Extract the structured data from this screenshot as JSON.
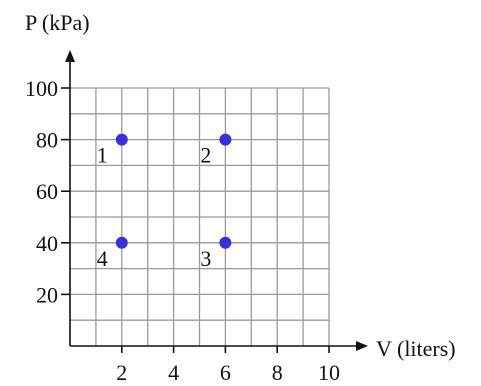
{
  "chart_data": {
    "type": "scatter",
    "title": "",
    "xlabel": "V (liters)",
    "ylabel": "P (kPa)",
    "xlim": [
      0,
      10
    ],
    "ylim": [
      0,
      100
    ],
    "grid": true,
    "x_ticks": [
      2,
      4,
      6,
      8,
      10
    ],
    "y_ticks": [
      20,
      40,
      60,
      80,
      100
    ],
    "x_tick_labels": [
      "2",
      "4",
      "6",
      "8",
      "10"
    ],
    "y_tick_labels": [
      "20",
      "40",
      "60",
      "80",
      "100"
    ],
    "points": [
      {
        "label": "1",
        "x": 2,
        "y": 80
      },
      {
        "label": "2",
        "x": 6,
        "y": 80
      },
      {
        "label": "3",
        "x": 6,
        "y": 40
      },
      {
        "label": "4",
        "x": 2,
        "y": 40
      }
    ],
    "point_color": "#3b2fd6",
    "grid_color": "#9a9a9a",
    "axis_color": "#111111"
  }
}
